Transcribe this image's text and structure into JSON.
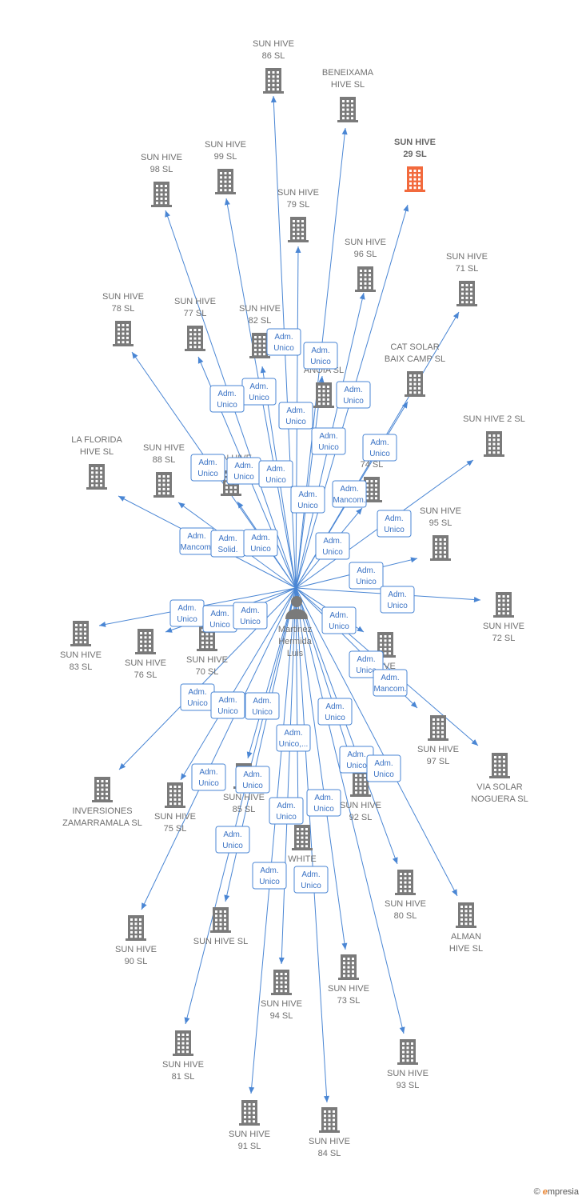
{
  "colors": {
    "edge": "#4a86d4",
    "node": "#7a7a7a",
    "highlight": "#f26a3d",
    "label": "#707070"
  },
  "person": {
    "name_lines": [
      "Martinez",
      "Hermida",
      "Luis"
    ],
    "icon": "person-icon"
  },
  "companies": [
    {
      "id": "c86",
      "lines": [
        "SUN HIVE",
        "86  SL"
      ]
    },
    {
      "id": "cbene",
      "lines": [
        "BENEIXAMA",
        "HIVE  SL"
      ]
    },
    {
      "id": "c29",
      "lines": [
        "SUN HIVE",
        "29  SL"
      ],
      "highlight": true
    },
    {
      "id": "c98",
      "lines": [
        "SUN HIVE",
        "98  SL"
      ]
    },
    {
      "id": "c99",
      "lines": [
        "SUN HIVE",
        "99  SL"
      ]
    },
    {
      "id": "c79",
      "lines": [
        "SUN HIVE",
        "79  SL"
      ]
    },
    {
      "id": "c96",
      "lines": [
        "SUN HIVE",
        "96  SL"
      ]
    },
    {
      "id": "c71",
      "lines": [
        "SUN HIVE",
        "71  SL"
      ]
    },
    {
      "id": "c78",
      "lines": [
        "SUN HIVE",
        "78  SL"
      ]
    },
    {
      "id": "c77",
      "lines": [
        "SUN HIVE",
        "77  SL"
      ]
    },
    {
      "id": "c82",
      "lines": [
        "SUN HIVE",
        "82  SL"
      ]
    },
    {
      "id": "cvanoia",
      "lines": [
        "V        R",
        "ANOIA  SL"
      ]
    },
    {
      "id": "ccat",
      "lines": [
        "CAT SOLAR",
        "BAIX CAMP  SL"
      ]
    },
    {
      "id": "c2",
      "lines": [
        "SUN HIVE 2  SL"
      ]
    },
    {
      "id": "cflor",
      "lines": [
        "LA FLORIDA",
        "HIVE  SL"
      ]
    },
    {
      "id": "c88",
      "lines": [
        "SUN HIVE",
        "88  SL"
      ]
    },
    {
      "id": "cmid",
      "lines": [
        "SUN HIVE",
        ""
      ]
    },
    {
      "id": "c74",
      "lines": [
        "SU",
        "74  SL"
      ]
    },
    {
      "id": "c95",
      "lines": [
        "SUN HIVE",
        "95  SL"
      ]
    },
    {
      "id": "c72",
      "lines": [
        "SUN HIVE",
        "72  SL"
      ]
    },
    {
      "id": "c83",
      "lines": [
        "SUN HIVE",
        "83  SL"
      ]
    },
    {
      "id": "c76",
      "lines": [
        "SUN HIVE",
        "76  SL"
      ]
    },
    {
      "id": "c70",
      "lines": [
        "SUN HIVE",
        "70  SL"
      ]
    },
    {
      "id": "chive",
      "lines": [
        "HIVE",
        ""
      ]
    },
    {
      "id": "c97",
      "lines": [
        "SUN HIVE",
        "97  SL"
      ]
    },
    {
      "id": "cvianog",
      "lines": [
        "VIA SOLAR",
        "NOGUERA  SL"
      ]
    },
    {
      "id": "cinv",
      "lines": [
        "INVERSIONES",
        "ZAMARRAMALA SL"
      ]
    },
    {
      "id": "c75",
      "lines": [
        "SUN HIVE",
        "75  SL"
      ]
    },
    {
      "id": "c85",
      "lines": [
        "SUN HIVE",
        "85  SL"
      ]
    },
    {
      "id": "c92",
      "lines": [
        "SUN HIVE",
        "92  SL"
      ]
    },
    {
      "id": "cwhite",
      "lines": [
        "WHITE",
        "LI",
        "ER"
      ]
    },
    {
      "id": "c80",
      "lines": [
        "SUN HIVE",
        "80  SL"
      ]
    },
    {
      "id": "calman",
      "lines": [
        "ALMAN",
        "HIVE  SL"
      ]
    },
    {
      "id": "c90",
      "lines": [
        "SUN HIVE",
        "90  SL"
      ]
    },
    {
      "id": "csunsl",
      "lines": [
        "SUN HIVE  SL"
      ]
    },
    {
      "id": "c73",
      "lines": [
        "SUN HIVE",
        "73  SL"
      ]
    },
    {
      "id": "c94",
      "lines": [
        "SUN HIVE",
        "94  SL"
      ]
    },
    {
      "id": "c81",
      "lines": [
        "SUN HIVE",
        "81  SL"
      ]
    },
    {
      "id": "c93",
      "lines": [
        "SUN HIVE",
        "93  SL"
      ]
    },
    {
      "id": "c91",
      "lines": [
        "SUN HIVE",
        "91  SL"
      ]
    },
    {
      "id": "c84",
      "lines": [
        "SUN HIVE",
        "84  SL"
      ]
    }
  ],
  "roles": [
    {
      "lines": [
        "Adm.",
        "Unico"
      ]
    },
    {
      "lines": [
        "Adm.",
        "Unico"
      ]
    },
    {
      "lines": [
        "Adm.",
        "Unico"
      ]
    },
    {
      "lines": [
        "Adm.",
        "Unico"
      ]
    },
    {
      "lines": [
        "Adm.",
        "Unico"
      ]
    },
    {
      "lines": [
        "Adm.",
        "Unico"
      ]
    },
    {
      "lines": [
        "Adm.",
        "Unico"
      ]
    },
    {
      "lines": [
        "Adm.",
        "Unico"
      ]
    },
    {
      "lines": [
        "Adm.",
        "Unico"
      ]
    },
    {
      "lines": [
        "Adm.",
        "Unico"
      ]
    },
    {
      "lines": [
        "Adm.",
        "Unico"
      ]
    },
    {
      "lines": [
        "Adm.",
        "Unico"
      ]
    },
    {
      "lines": [
        "Adm.",
        "Mancom."
      ]
    },
    {
      "lines": [
        "Adm.",
        "Mancom."
      ]
    },
    {
      "lines": [
        "Adm.",
        "Solid."
      ]
    },
    {
      "lines": [
        "Adm.",
        "Unico"
      ]
    },
    {
      "lines": [
        "Adm.",
        "Unico"
      ]
    },
    {
      "lines": [
        "Adm.",
        "Unico"
      ]
    },
    {
      "lines": [
        "Adm.",
        "Unico"
      ]
    },
    {
      "lines": [
        "Adm.",
        "Unico"
      ]
    },
    {
      "lines": [
        "Adm.",
        "Unico"
      ]
    },
    {
      "lines": [
        "Adm.",
        "Unico"
      ]
    },
    {
      "lines": [
        "Adm.",
        "Unico"
      ]
    },
    {
      "lines": [
        "Adm.",
        "Unico"
      ]
    },
    {
      "lines": [
        "Adm.",
        "Unico"
      ]
    },
    {
      "lines": [
        "Adm.",
        "Mancom."
      ]
    },
    {
      "lines": [
        "Adm.",
        "Unico"
      ]
    },
    {
      "lines": [
        "Adm.",
        "Unico"
      ]
    },
    {
      "lines": [
        "Adm.",
        "Unico"
      ]
    },
    {
      "lines": [
        "Adm.",
        "Unico"
      ]
    },
    {
      "lines": [
        "Adm.",
        "Unico,..."
      ]
    },
    {
      "lines": [
        "Adm.",
        "Unico"
      ]
    },
    {
      "lines": [
        "Adm.",
        "Unico"
      ]
    },
    {
      "lines": [
        "Adm.",
        "Unico"
      ]
    },
    {
      "lines": [
        "Adm.",
        "Unico"
      ]
    },
    {
      "lines": [
        "Adm.",
        "Unico"
      ]
    },
    {
      "lines": [
        "Adm.",
        "Unico"
      ]
    },
    {
      "lines": [
        "Adm.",
        "Unico"
      ]
    },
    {
      "lines": [
        "Adm.",
        "Unico"
      ]
    },
    {
      "lines": [
        "Adm.",
        "Unico"
      ]
    }
  ],
  "brand": {
    "copyright": "©",
    "name": "mpresia",
    "initial": "e"
  }
}
